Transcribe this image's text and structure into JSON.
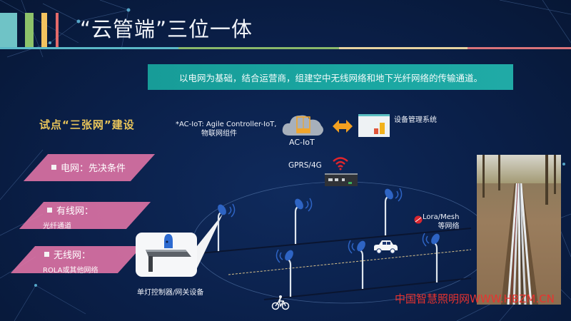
{
  "header": {
    "title": "“云管端”三位一体",
    "bar_colors": [
      "#6fc3c6",
      "#8dc26a",
      "#f3c35f",
      "#e46a6a"
    ],
    "line_colors": [
      "#5bb8c7",
      "#8ab86a",
      "#e7d3a0",
      "#d9737a"
    ]
  },
  "banner": {
    "text": "以电网为基础，结合运营商，组建空中无线网络和地下光纤网络的传输通道。",
    "color": "#1aa7a2"
  },
  "pilot": {
    "title": "试点“三张网”建设",
    "items": [
      {
        "label": "电网：先决条件",
        "sub": ""
      },
      {
        "label": "有线网：",
        "sub": "光纤通道"
      },
      {
        "label": "无线网：",
        "sub": "ROLA或其他网络"
      }
    ],
    "item_color": "#eb78aa"
  },
  "diagram": {
    "ac_iot_note_line1": "*AC-IoT: Agile Controller-IoT,",
    "ac_iot_note_line2": "物联网组件",
    "cloud_label": "AC-IoT",
    "mgmt_system_label": "设备管理系统",
    "gprs_label": "GPRS/4G",
    "lora_label_line1": "Lora/Mesh",
    "lora_label_line2": "等网络",
    "device_label": "单灯控制器/网关设备",
    "icons": [
      "cloud-server-icon",
      "bidirectional-arrow-icon",
      "dashboard-screen-icon",
      "wifi-signal-icon",
      "gateway-router-icon",
      "street-lamp-icon",
      "car-icon",
      "bicycle-icon",
      "lora-logo-icon"
    ]
  },
  "photo": {
    "description": "fiber-conduit-trench-photo"
  },
  "watermark": {
    "text": "中国智慧照明网WWW.HBZM.CN",
    "color": "#e8332f"
  }
}
